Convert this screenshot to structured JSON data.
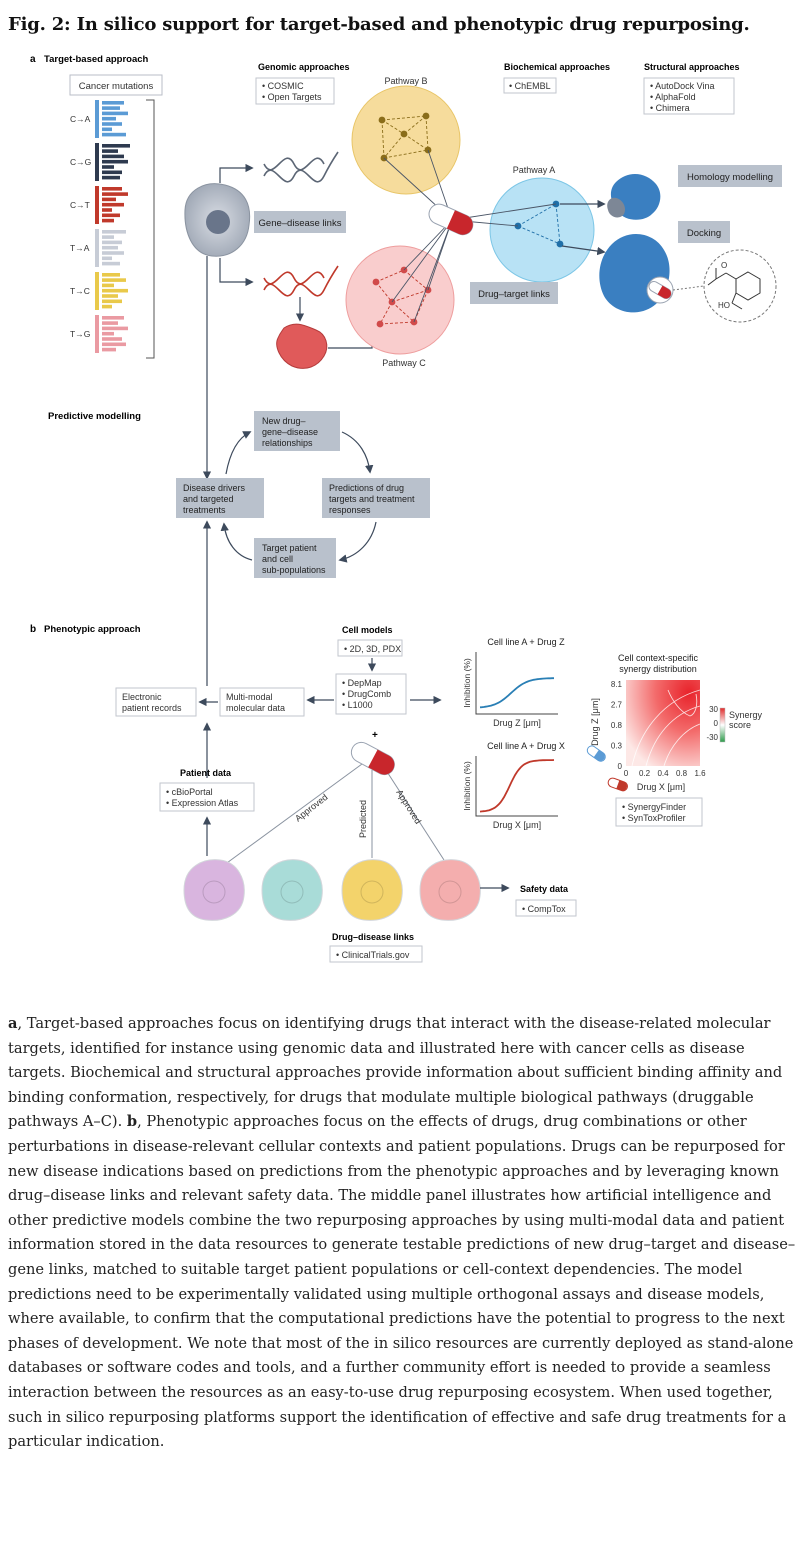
{
  "figure": {
    "title": "Fig. 2: In silico support for target-based and phenotypic drug repurposing.",
    "panel_a": {
      "label": "a",
      "title": "Target-based approach",
      "cancer_mutations_label": "Cancer mutations",
      "mutation_types": [
        "C→A",
        "C→G",
        "C→T",
        "T→A",
        "T→C",
        "T→G"
      ],
      "mutation_colors": [
        "#5b9bd5",
        "#2e3a4f",
        "#c0392b",
        "#c7ccd6",
        "#e9c94a",
        "#ea9aa2"
      ],
      "genomic": {
        "heading": "Genomic approaches",
        "items": [
          "• COSMIC",
          "• Open Targets"
        ]
      },
      "biochemical": {
        "heading": "Biochemical approaches",
        "items": [
          "• ChEMBL"
        ]
      },
      "structural": {
        "heading": "Structural approaches",
        "items": [
          "• AutoDock Vina",
          "• AlphaFold",
          "• Chimera"
        ]
      },
      "pathway_a": "Pathway A",
      "pathway_b": "Pathway B",
      "pathway_c": "Pathway C",
      "gene_disease_links": "Gene–disease links",
      "drug_target_links": "Drug–target links",
      "homology_modelling": "Homology modelling",
      "docking": "Docking",
      "molecule_ho": "HO",
      "molecule_o": "O"
    },
    "predictive": {
      "title": "Predictive modelling",
      "new_relationships": [
        "New drug–",
        "gene–disease",
        "relationships"
      ],
      "disease_drivers": [
        "Disease drivers",
        "and targeted",
        "treatments"
      ],
      "predictions": [
        "Predictions of drug",
        "targets and treatment",
        "responses"
      ],
      "target_patient": [
        "Target patient",
        "and cell",
        "sub-populations"
      ]
    },
    "panel_b": {
      "label": "b",
      "title": "Phenotypic approach",
      "cell_models": {
        "heading": "Cell models",
        "items": [
          "• 2D, 3D, PDX"
        ]
      },
      "resources": [
        "• DepMap",
        "• DrugComb",
        "• L1000"
      ],
      "multimodal": [
        "Multi-modal",
        "molecular data"
      ],
      "electronic_records": [
        "Electronic",
        "patient records"
      ],
      "patient_data": {
        "heading": "Patient data",
        "items": [
          "• cBioPortal",
          "• Expression Atlas"
        ]
      },
      "safety_data": {
        "heading": "Safety data",
        "items": [
          "• CompTox"
        ]
      },
      "drug_disease_links": {
        "heading": "Drug–disease links",
        "items": [
          "• ClinicalTrials.gov"
        ]
      },
      "plus_sign": "+",
      "edge_labels": [
        "Approved",
        "Predicted",
        "Approved"
      ],
      "cell_colors": [
        "#d9b5df",
        "#a9dcd8",
        "#f3d36b",
        "#f4aeae"
      ],
      "synergy_tools": [
        "• SynergyFinder",
        "• SynToxProfiler"
      ]
    }
  },
  "chart_data": [
    {
      "type": "line",
      "title": "Cell line A + Drug Z",
      "xlabel": "Drug Z [μm]",
      "ylabel": "Inhibition (%)",
      "series": [
        {
          "name": "",
          "color": "#2a7fb5",
          "shape": "sigmoid-gentle"
        }
      ]
    },
    {
      "type": "line",
      "title": "Cell line A + Drug X",
      "xlabel": "Drug X [μm]",
      "ylabel": "Inhibition (%)",
      "series": [
        {
          "name": "",
          "color": "#c0392b",
          "shape": "sigmoid-steep"
        }
      ]
    },
    {
      "type": "heatmap",
      "title": "Cell context-specific synergy distribution",
      "xlabel": "Drug X [μm]",
      "ylabel": "Drug Z [μm]",
      "x_ticks": [
        "0",
        "0.2",
        "0.4",
        "0.8",
        "1.6"
      ],
      "y_ticks": [
        "8.1",
        "2.7",
        "0.8",
        "0.3",
        "0"
      ],
      "colorbar_label": "Synergy score",
      "colorbar_ticks": [
        "30",
        "0",
        "-30"
      ]
    }
  ],
  "caption": {
    "a_label": "a",
    "a_text": ", Target-based approaches focus on identifying drugs that interact with the disease-related molecular targets, identified for instance using genomic data and illustrated here with cancer cells as disease targets. Biochemical and structural approaches provide information about sufficient binding affinity and binding conformation, respectively, for drugs that modulate multiple biological pathways (druggable pathways A–C). ",
    "b_label": "b",
    "b_text": ", Phenotypic approaches focus on the effects of drugs, drug combinations or other perturbations in disease-relevant cellular contexts and patient populations. Drugs can be repurposed for new disease indications based on predictions from the phenotypic approaches and by leveraging known drug–disease links and relevant safety data. The middle panel illustrates how artificial intelligence and other predictive models combine the two repurposing approaches by using multi-modal data and patient information stored in the data resources to generate testable predictions of new drug–target and disease–gene links, matched to suitable target patient populations or cell-context dependencies. The model predictions need to be experimentally validated using multiple orthogonal assays and disease models, where available, to confirm that the computational predictions have the potential to progress to the next phases of development. We note that most of the in silico resources are currently deployed as stand-alone databases or software codes and tools, and a further community effort is needed to provide a seamless interaction between the resources as an easy-to-use drug repurposing ecosystem. When used together, such in silico repurposing platforms support the identification of effective and safe drug treatments for a particular indication."
  }
}
